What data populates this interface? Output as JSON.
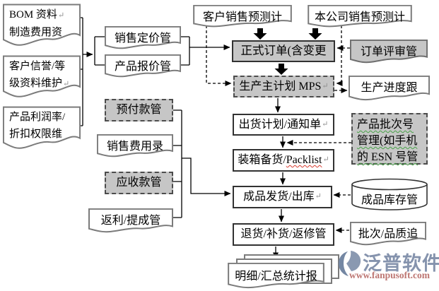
{
  "diagram": {
    "nodes": {
      "bom": {
        "line1": "BOM 资料",
        "line2": "制造费用资"
      },
      "credit": {
        "line1": "客户信誉/等",
        "line2": "级资料维护"
      },
      "profit": {
        "line1": "产品利润率/",
        "line2": "折扣权限维"
      },
      "pricing": {
        "label": "销售定价管"
      },
      "quote": {
        "label": "产品报价管"
      },
      "prepay": {
        "label": "预付款管"
      },
      "expense": {
        "label": "销售费用录"
      },
      "receivable": {
        "label": "应收款管"
      },
      "rebate": {
        "label": "返利/提成管"
      },
      "cust_forecast": {
        "label": "客户销售预测计"
      },
      "comp_forecast": {
        "label": "本公司销售预测计"
      },
      "order": {
        "label": "正式订单(含变更"
      },
      "review": {
        "label": "订单评审管"
      },
      "mps": {
        "label": "生产主计划 MPS"
      },
      "progress": {
        "label": "生产进度跟"
      },
      "shipplan": {
        "label": "出货计划/通知单"
      },
      "batch": {
        "line1": "产品批次号",
        "line2": "管理(如手机",
        "line3": "的 ESN 号管"
      },
      "packing": {
        "prefix": "装箱备货/",
        "word": "Packlist"
      },
      "delivery": {
        "label": "成品发货/出库"
      },
      "inventory": {
        "label": "成品库存管"
      },
      "returns": {
        "label": "退货/补货/返修管"
      },
      "quality": {
        "label": "批次/品质追"
      },
      "report": {
        "label": "明细/汇总统计报"
      }
    },
    "symbols": {
      "return_mark": "↵"
    },
    "colors": {
      "node_gray_fill": "#c6c6c6",
      "dark_border": "#323232",
      "doc_border": "#7b7b7b",
      "spellcheck_red": "#d83a2e",
      "spellcheck_green": "#47a347",
      "logo_blue": "#8593ad",
      "logo_url_red": "#bd7672"
    }
  },
  "watermark": {
    "brand": "泛普软件",
    "url": "www.fanpusoft.com"
  }
}
